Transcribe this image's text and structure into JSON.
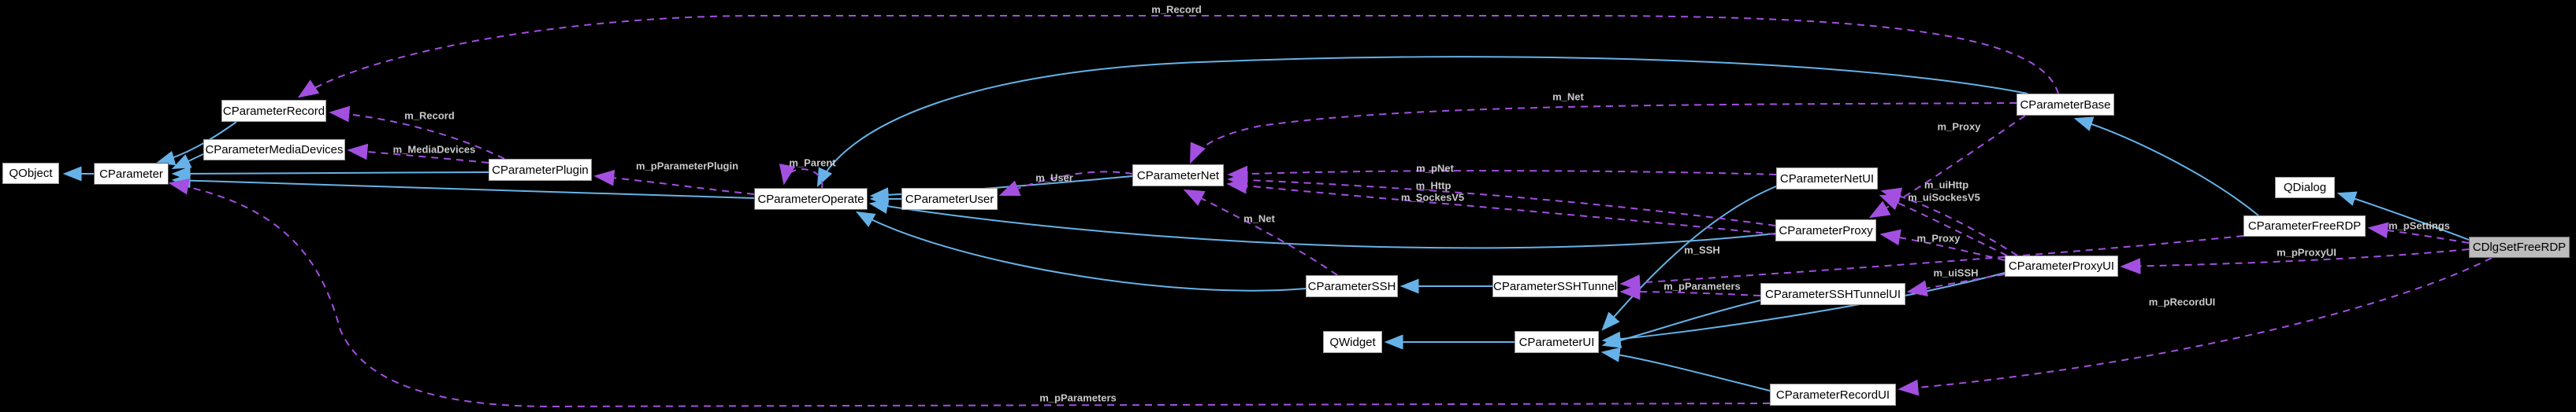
{
  "diagram": {
    "kind": "doxygen-collaboration-graph",
    "background": "#000000",
    "colors": {
      "inheritance_edge": "#66b2e8",
      "usage_edge": "#a34fe0",
      "edge_label_text": "#c8c8c8",
      "node_background": "#ffffff",
      "node_border": "#9f9f9f",
      "node_text": "#000000",
      "highlighted_node_background": "#bcbcbc"
    },
    "nodes": {
      "qobject": {
        "label": "QObject"
      },
      "cparameter": {
        "label": "CParameter"
      },
      "cparameterrecord": {
        "label": "CParameterRecord"
      },
      "cparametermediadevices": {
        "label": "CParameterMediaDevices"
      },
      "cparameterplugin": {
        "label": "CParameterPlugin"
      },
      "cparameteroperate": {
        "label": "CParameterOperate"
      },
      "cparameteruser": {
        "label": "CParameterUser"
      },
      "cparameternet": {
        "label": "CParameterNet"
      },
      "cparameternetui": {
        "label": "CParameterNetUI"
      },
      "cparameterproxy": {
        "label": "CParameterProxy"
      },
      "cparameterbase": {
        "label": "CParameterBase"
      },
      "qdialog": {
        "label": "QDialog"
      },
      "cparameterfreerdp": {
        "label": "CParameterFreeRDP"
      },
      "cdlgsetfreerdp": {
        "label": "CDlgSetFreeRDP"
      },
      "cparameterproxyui": {
        "label": "CParameterProxyUI"
      },
      "cparameterssh": {
        "label": "CParameterSSH"
      },
      "cparametersshtunnel": {
        "label": "CParameterSSHTunnel"
      },
      "cparametersshtunnelui": {
        "label": "CParameterSSHTunnelUI"
      },
      "qwidget": {
        "label": "QWidget"
      },
      "cparameterui": {
        "label": "CParameterUI"
      },
      "cparameterrecordui": {
        "label": "CParameterRecordUI"
      }
    },
    "edge_labels": {
      "record_top": "m_Record",
      "record_plugin": "m_Record",
      "media_devices": "m_MediaDevices",
      "p_parameter_plugin": "m_pParameterPlugin",
      "parent": "m_Parent",
      "user": "m_User",
      "net_top": "m_Net",
      "p_net": "m_pNet",
      "http": "m_Http",
      "sockes_v5": "m_SockesV5",
      "net_mid": "m_Net",
      "proxy_from_base": "m_Proxy",
      "ui_http": "m_uiHttp",
      "ui_sockes_v5": "m_uiSockesV5",
      "proxy_from_proxyui": "m_Proxy",
      "ssh": "m_SSH",
      "ui_ssh": "m_uiSSH",
      "p_parameters_mid": "m_pParameters",
      "p_settings": "m_pSettings",
      "p_proxy_ui": "m_pProxyUI",
      "p_record_ui": "m_pRecordUI",
      "p_parameters_bottom": "m_pParameters"
    }
  }
}
